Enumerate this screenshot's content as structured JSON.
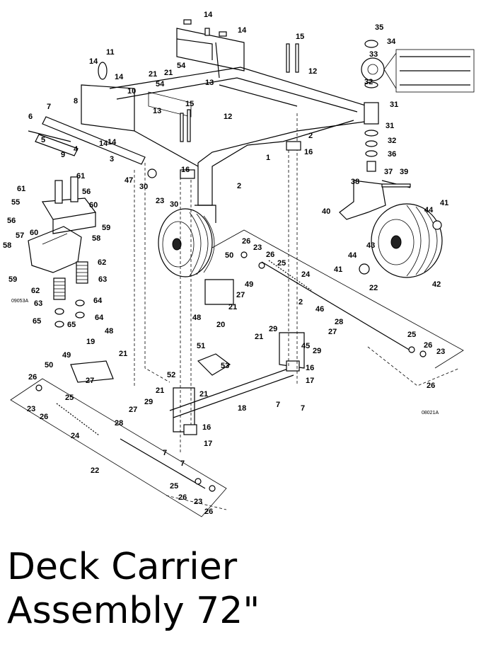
{
  "title": {
    "line1": "Deck Carrier",
    "line2": "Assembly 72\""
  },
  "figure_codes": {
    "inset": "09053A",
    "main": "08021A"
  },
  "callouts": [
    "14",
    "14",
    "15",
    "11",
    "14",
    "14",
    "12",
    "21",
    "21",
    "54",
    "10",
    "13",
    "13",
    "54",
    "7",
    "8",
    "14",
    "6",
    "5",
    "4",
    "9",
    "14",
    "3",
    "15",
    "12",
    "1",
    "2",
    "35",
    "34",
    "33",
    "32",
    "31",
    "31",
    "32",
    "36",
    "37",
    "16",
    "2",
    "16",
    "47",
    "30",
    "23",
    "30",
    "39",
    "38",
    "40",
    "44",
    "41",
    "43",
    "44",
    "41",
    "42",
    "61",
    "61",
    "56",
    "55",
    "56",
    "60",
    "60",
    "59",
    "57",
    "58",
    "58",
    "59",
    "62",
    "62",
    "63",
    "63",
    "64",
    "64",
    "65",
    "65",
    "26",
    "23",
    "26",
    "25",
    "50",
    "24",
    "49",
    "27",
    "21",
    "48",
    "20",
    "22",
    "2",
    "46",
    "28",
    "27",
    "45",
    "29",
    "21",
    "29",
    "16",
    "17",
    "7",
    "7",
    "25",
    "26",
    "23",
    "26",
    "48",
    "19",
    "21",
    "49",
    "50",
    "27",
    "26",
    "23",
    "26",
    "25",
    "24",
    "51",
    "53",
    "52",
    "21",
    "21",
    "29",
    "27",
    "28",
    "16",
    "17",
    "7",
    "7",
    "18",
    "22",
    "25",
    "26",
    "23",
    "26"
  ]
}
